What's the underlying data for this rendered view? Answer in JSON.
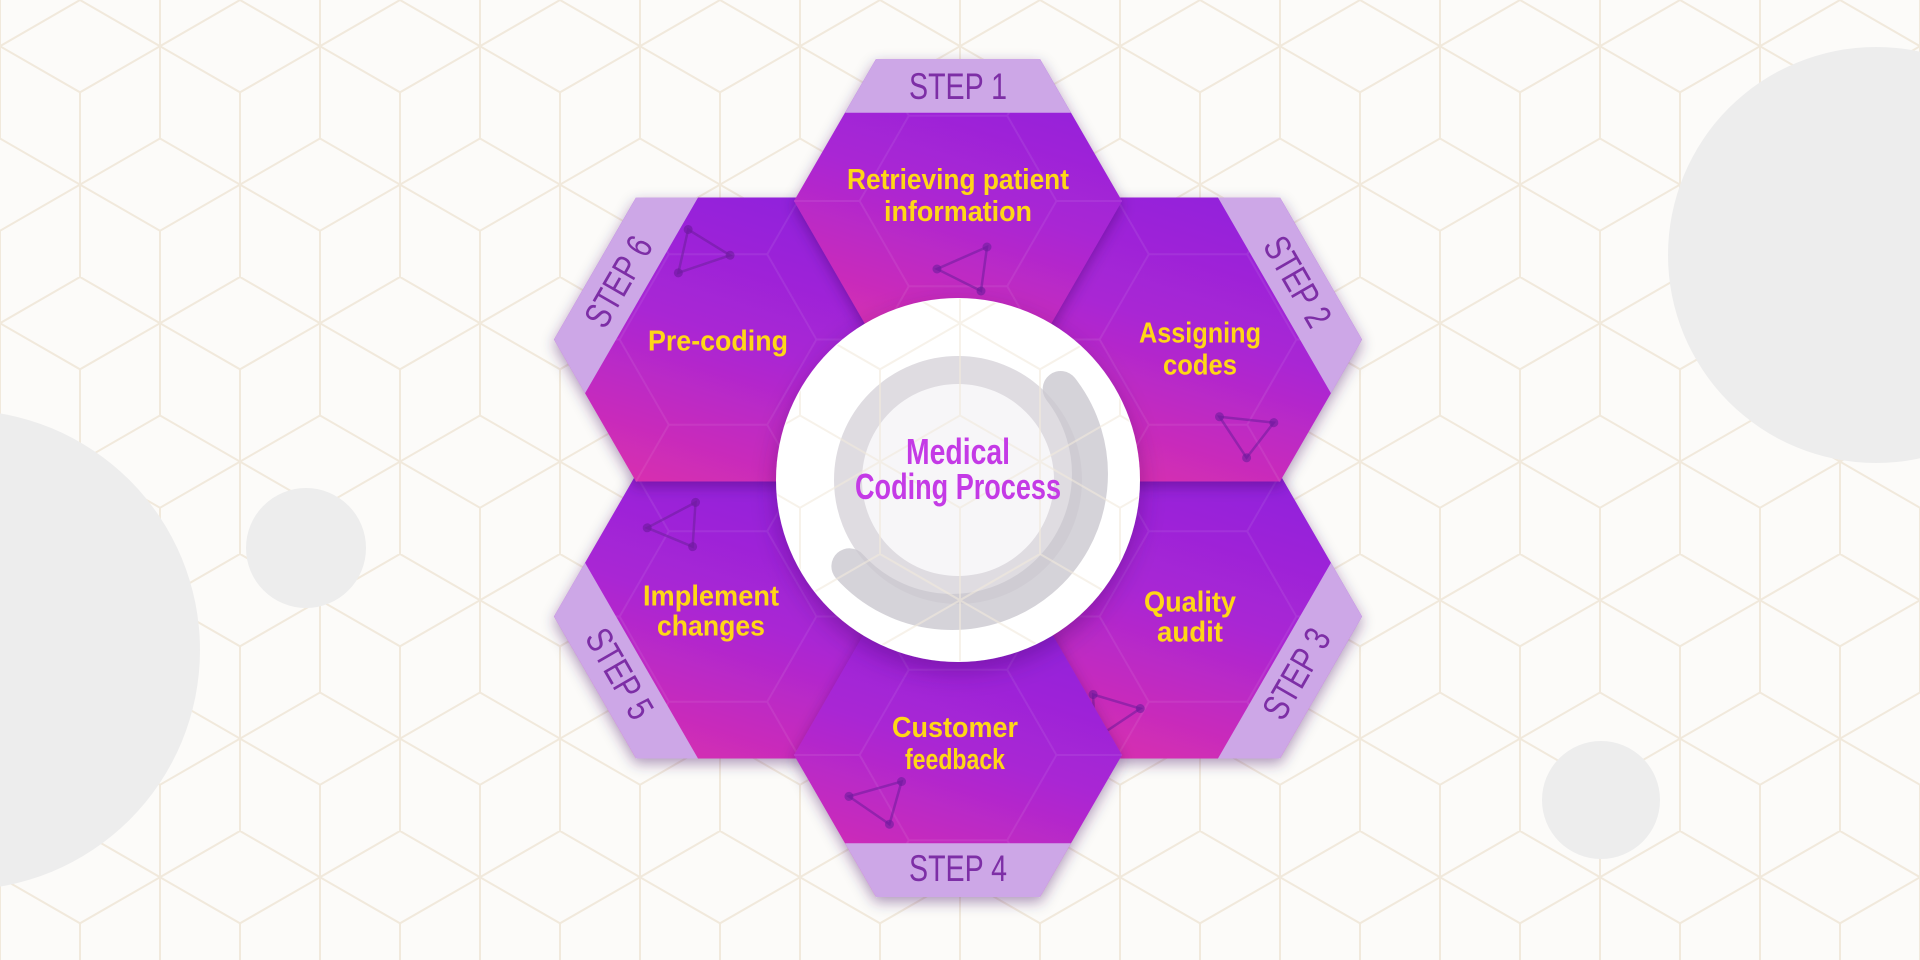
{
  "center": {
    "line1": "Medical",
    "line2": "Coding Process"
  },
  "steps": [
    {
      "label": "STEP 1",
      "line1": "Retrieving patient",
      "line2": "information"
    },
    {
      "label": "STEP 2",
      "line1": "Assigning",
      "line2": "codes"
    },
    {
      "label": "STEP 3",
      "line1": "Quality",
      "line2": "audit"
    },
    {
      "label": "STEP 4",
      "line1": "Customer",
      "line2": "feedback"
    },
    {
      "label": "STEP 5",
      "line1": "Implement",
      "line2": "changes"
    },
    {
      "label": "STEP 6",
      "line1": "Pre-coding",
      "line2": ""
    }
  ],
  "colors": {
    "background": "#fcfbf9",
    "pattern_line": "#f1e9dc",
    "decor_circle": "#ededed",
    "hexagon_top": "#8f21dc",
    "hexagon_mid": "#a926d4",
    "hexagon_bottom": "#d92fae",
    "band_fill": "#cda7e7",
    "band_text": "#7d2fa6",
    "label_text": "#ffd712",
    "center_text": "#c43ae6",
    "ring": "#dfdce1",
    "ring_swoosh": "#cbc8cf",
    "inner_disc": "#f7f6f8"
  }
}
